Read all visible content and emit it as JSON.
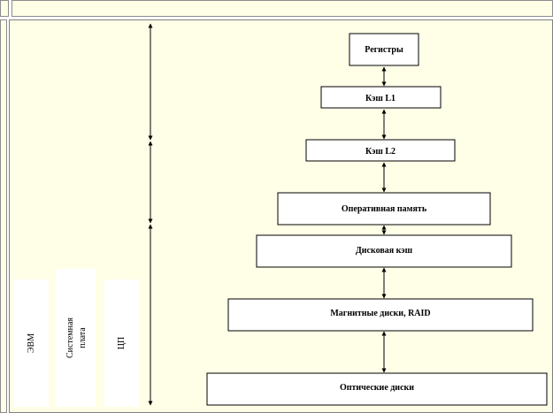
{
  "diagram": {
    "levels": [
      "Регистры",
      "Кэш L1",
      "Кэш L2",
      "Оперативная память",
      "Дисковая кэш",
      "Магнитные диски, RAID",
      "Оптические диски"
    ],
    "side_labels": {
      "computer": "ЭВМ",
      "motherboard_line1": "Системная",
      "motherboard_line2": "плата",
      "cpu": "ЦП"
    }
  }
}
